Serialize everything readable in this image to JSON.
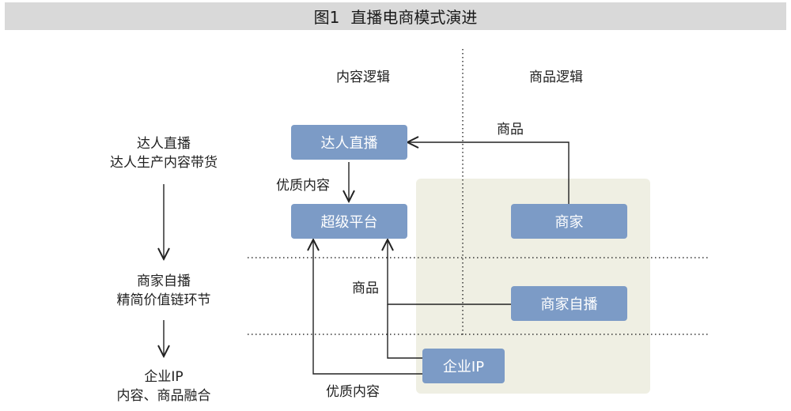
{
  "title": {
    "number": "图1",
    "text": "直播电商模式演进"
  },
  "columns": {
    "left": "内容逻辑",
    "right": "商品逻辑"
  },
  "stages": [
    {
      "line1": "达人直播",
      "line2": "达人生产内容带货"
    },
    {
      "line1": "商家自播",
      "line2": "精简价值链环节"
    },
    {
      "line1": "企业IP",
      "line2": "内容、商品融合"
    }
  ],
  "boxes": {
    "influencer_live": "达人直播",
    "super_platform": "超级平台",
    "merchant": "商家",
    "merchant_self_live": "商家自播",
    "enterprise_ip": "企业IP"
  },
  "edge_labels": {
    "goods_top": "商品",
    "quality_content_top": "优质内容",
    "goods_mid": "商品",
    "quality_content_bottom": "优质内容"
  },
  "colors": {
    "box_fill": "#7c9bc6",
    "panel_fill": "#efefe3",
    "title_bg": "#d9d9d9"
  }
}
